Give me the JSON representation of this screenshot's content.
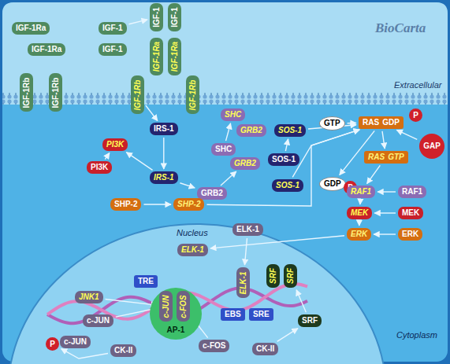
{
  "diagram": {
    "nodes": [
      {
        "text": [
          "IGF-1Ra"
        ]
      },
      {
        "text": [
          "IGF-1"
        ]
      },
      {
        "text": [
          "IGF-1Ra"
        ]
      },
      {
        "text": [
          "IGF-1"
        ]
      },
      {
        "text": [
          "IGF-1Rb"
        ]
      },
      {
        "text": [
          "IGF-1Rb"
        ]
      },
      {
        "text": [
          "IGF-1"
        ]
      },
      {
        "text": [
          "IGF-1"
        ]
      },
      {
        "text": [
          "IGF-1Ra"
        ]
      },
      {
        "text": [
          "IGF-1Ra"
        ]
      },
      {
        "text": [
          "IGF-1Rb"
        ]
      },
      {
        "text": [
          "IGF-1Rb"
        ]
      },
      {
        "text": [
          "IRS-1"
        ]
      },
      {
        "text": [
          "SHC"
        ]
      },
      {
        "text": [
          "GRB2"
        ]
      },
      {
        "text": [
          "SOS-1"
        ]
      },
      {
        "text": [
          "SHC"
        ]
      },
      {
        "text": [
          "SOS-1"
        ]
      },
      {
        "text": [
          "PI3K"
        ]
      },
      {
        "text": [
          "PI3K"
        ]
      },
      {
        "text": [
          "IRS-1"
        ]
      },
      {
        "text": [
          "GRB2"
        ]
      },
      {
        "text": [
          "GRB2"
        ]
      },
      {
        "text": [
          "SOS-1"
        ]
      },
      {
        "text": [
          "SHP-2"
        ]
      },
      {
        "text": [
          "SHP-2"
        ]
      },
      {
        "text": [
          "GTP"
        ]
      },
      {
        "text": [
          "RAS",
          "GDP"
        ]
      },
      {
        "text": [
          "P"
        ]
      },
      {
        "text": [
          "GAP"
        ]
      },
      {
        "text": [
          "GDP"
        ]
      },
      {
        "text": [
          "P"
        ]
      },
      {
        "text": [
          "RAS",
          "GTP"
        ]
      },
      {
        "text": [
          "RAF1"
        ]
      },
      {
        "text": [
          "RAF1"
        ]
      },
      {
        "text": [
          "MEK"
        ]
      },
      {
        "text": [
          "MEK"
        ]
      },
      {
        "text": [
          "ERK"
        ]
      },
      {
        "text": [
          "ERK"
        ]
      },
      {
        "text": [
          "ELK-1"
        ]
      },
      {
        "text": [
          "ELK-1"
        ]
      },
      {
        "text": [
          "TRE"
        ]
      },
      {
        "text": [
          "AP-1"
        ]
      },
      {
        "text": [
          "c-JUN"
        ],
        "in": 42
      },
      {
        "text": [
          "c-FOS"
        ],
        "in": 42
      },
      {
        "text": [
          "ELK-1"
        ]
      },
      {
        "text": [
          "EBS"
        ]
      },
      {
        "text": [
          "SRE"
        ]
      },
      {
        "text": [
          "SRF"
        ]
      },
      {
        "text": [
          "SRF"
        ]
      },
      {
        "text": [
          "SRF"
        ]
      },
      {
        "text": [
          "JNK1"
        ]
      },
      {
        "text": [
          "c-JUN"
        ]
      },
      {
        "text": [
          "P"
        ]
      },
      {
        "text": [
          "c-JUN"
        ]
      },
      {
        "text": [
          "CK-II"
        ]
      },
      {
        "text": [
          "c-FOS"
        ]
      },
      {
        "text": [
          "CK-II"
        ]
      }
    ],
    "edges": [
      {
        "from": 1,
        "to": 6,
        "arrow": "to"
      },
      {
        "from": 10,
        "to": 12,
        "arrow": "to"
      },
      {
        "from": 12,
        "to": 20,
        "arrow": "to"
      },
      {
        "from": 19,
        "to": 18,
        "arrow": "to"
      },
      {
        "from": 20,
        "to": 18,
        "arrow": "to"
      },
      {
        "from": 16,
        "to": 13,
        "arrow": "to"
      },
      {
        "from": 17,
        "to": 15,
        "arrow": "to"
      },
      {
        "from": 21,
        "to": 22,
        "arrow": "to"
      },
      {
        "from": 20,
        "to": 21,
        "arrow": "to"
      },
      {
        "from": 24,
        "to": 25,
        "arrow": "to"
      },
      {
        "from": 15,
        "to": 27,
        "arrow": "to"
      },
      {
        "from": 23,
        "to": 27,
        "arrow": "to"
      },
      {
        "from": 25,
        "to": 27,
        "arrow": "to"
      },
      {
        "from": 26,
        "to": 27,
        "arrow": "to"
      },
      {
        "from": 27,
        "to": 30,
        "arrow": "to"
      },
      {
        "from": 27,
        "to": 32,
        "arrow": "to"
      },
      {
        "from": 29,
        "to": 27,
        "arrow": "to"
      },
      {
        "from": 32,
        "to": 33,
        "arrow": "to"
      },
      {
        "from": 34,
        "to": 33,
        "arrow": "to"
      },
      {
        "from": 33,
        "to": 35,
        "arrow": "to"
      },
      {
        "from": 36,
        "to": 35,
        "arrow": "to"
      },
      {
        "from": 35,
        "to": 37,
        "arrow": "to"
      },
      {
        "from": 38,
        "to": 37,
        "arrow": "to"
      },
      {
        "from": 37,
        "to": 40,
        "arrow": "to"
      },
      {
        "from": 39,
        "to": 45,
        "arrow": "to"
      },
      {
        "from": 51,
        "to": 43,
        "arrow": "to"
      },
      {
        "from": 52,
        "to": 43,
        "arrow": "to"
      },
      {
        "from": 55,
        "to": 53,
        "arrow": "to"
      },
      {
        "from": 57,
        "to": 50,
        "arrow": "to"
      },
      {
        "from": 50,
        "to": 49,
        "arrow": "to"
      },
      {
        "from": 56,
        "to": 44,
        "arrow": "to"
      }
    ],
    "labels": [
      "Extracellular",
      "Nucleus",
      "Cytoplasm",
      "BioCarta"
    ]
  }
}
